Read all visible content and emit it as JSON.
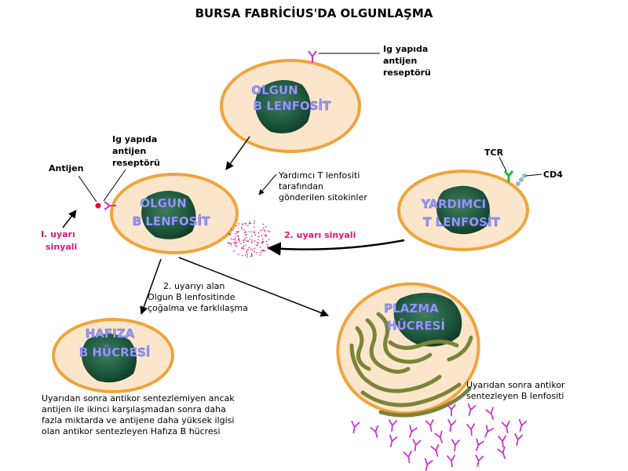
{
  "title": "BURSA FABRİCİUS'DA OLGUNLAŞMA",
  "cells": {
    "mature_top": {
      "line1": "OLGUN",
      "line2": "B LENFOSİT"
    },
    "mature_mid": {
      "line1": "OLGUN",
      "line2": "B LENFOSİT"
    },
    "helper_t": {
      "line1": "YARDIMCI",
      "line2": "T LENFOSİT"
    },
    "memory": {
      "line1": "HAFIZA",
      "line2": "B HÜCRESİ"
    },
    "plasma": {
      "line1": "PLAZMA",
      "line2": "HÜCRESİ"
    }
  },
  "labels": {
    "receptor_top": [
      "Ig yapıda",
      "antijen",
      "reseptörü"
    ],
    "receptor_left": [
      "Ig yapıda",
      "antijen",
      "reseptörü"
    ],
    "antigen": "Antijen",
    "signal1": [
      "I. uyarı",
      "sinyali"
    ],
    "signal2": "2. uyarı sinyali",
    "tcr": "TCR",
    "cd4": "CD4",
    "cytokines": [
      "Yardımcı T lenfositi",
      "tarafından",
      "gönderilen sitokinler"
    ],
    "proliferation": [
      "2. uyarıyı alan",
      "Olgun B lenfositinde",
      "çoğalma ve farklılaşma"
    ],
    "memory_desc": [
      "Uyarıdan sonra antikor sentezlemiyen ancak",
      "antijen ile ikinci karşılaşmadan sonra daha",
      "fazla miktarda ve antijene daha yüksek ilgisi",
      "olan antikor sentezleyen Hafıza B hücresi"
    ],
    "plasma_desc": [
      "Uyarıdan sonra antikor",
      "sentezleyen B lenfositi"
    ]
  },
  "colors": {
    "cell_fill": "#fbe6cc",
    "cell_border": "#f0a43c",
    "nucleus": "#1f5a3e",
    "er_green": "#7a8438",
    "antibody": "#cc33cc",
    "signal": "#e0157a",
    "name_text": "#9a9cf2"
  }
}
